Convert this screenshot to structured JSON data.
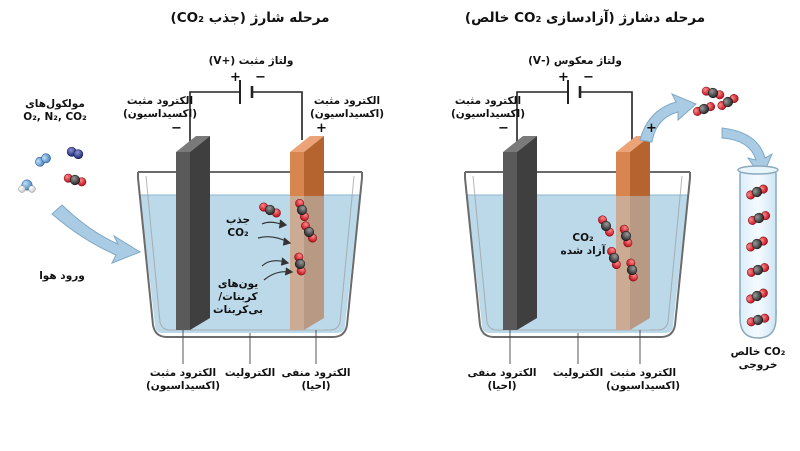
{
  "left": {
    "title": "مرحله شارژ (جذب CO₂)",
    "voltage": "ولتاژ مثبت (+V)",
    "electrode_top_left": "الکترود مثبت\n(اکسیداسیون)",
    "electrode_top_right": "الکترود مثبت\n(اکسیداسیون)",
    "capture_label": "جذب\nCO₂",
    "carbonate_label": "یون‌های\nکربنات/\nبی‌کربنات",
    "bottom_left": "الکترود مثبت\n(اکسیداسیون)",
    "bottom_mid": "الکترولیت",
    "bottom_right": "الکترود منفی\n(احیا)",
    "plus": "+",
    "minus": "−"
  },
  "inputs": {
    "molecules_label": "مولکول‌های\nO₂, N₂, CO₂",
    "air_inlet": "ورود هوا"
  },
  "right": {
    "title": "مرحله دشارژ (آزادسازی CO₂ خالص)",
    "voltage": "ولتاژ معکوس (-V)",
    "electrode_top_left": "الکترود مثبت\n(اکسیداسیون)",
    "released_label": "CO₂\nآزاد شده",
    "bottom_left": "الکترود منفی\n(احیا)",
    "bottom_mid": "الکترولیت",
    "bottom_right": "الکترود مثبت\n(اکسیداسیون)",
    "output_label": "CO₂ خالص\nخروجی",
    "plus": "+",
    "minus": "−"
  },
  "colors": {
    "electrolyte": "#bcd9ea",
    "dark_electrode": "#5a5a5a",
    "orange_electrode": "#d9854f",
    "co2_red": "#d7263d",
    "arrow_blue": "#a9cbe3",
    "wire": "#222222"
  }
}
